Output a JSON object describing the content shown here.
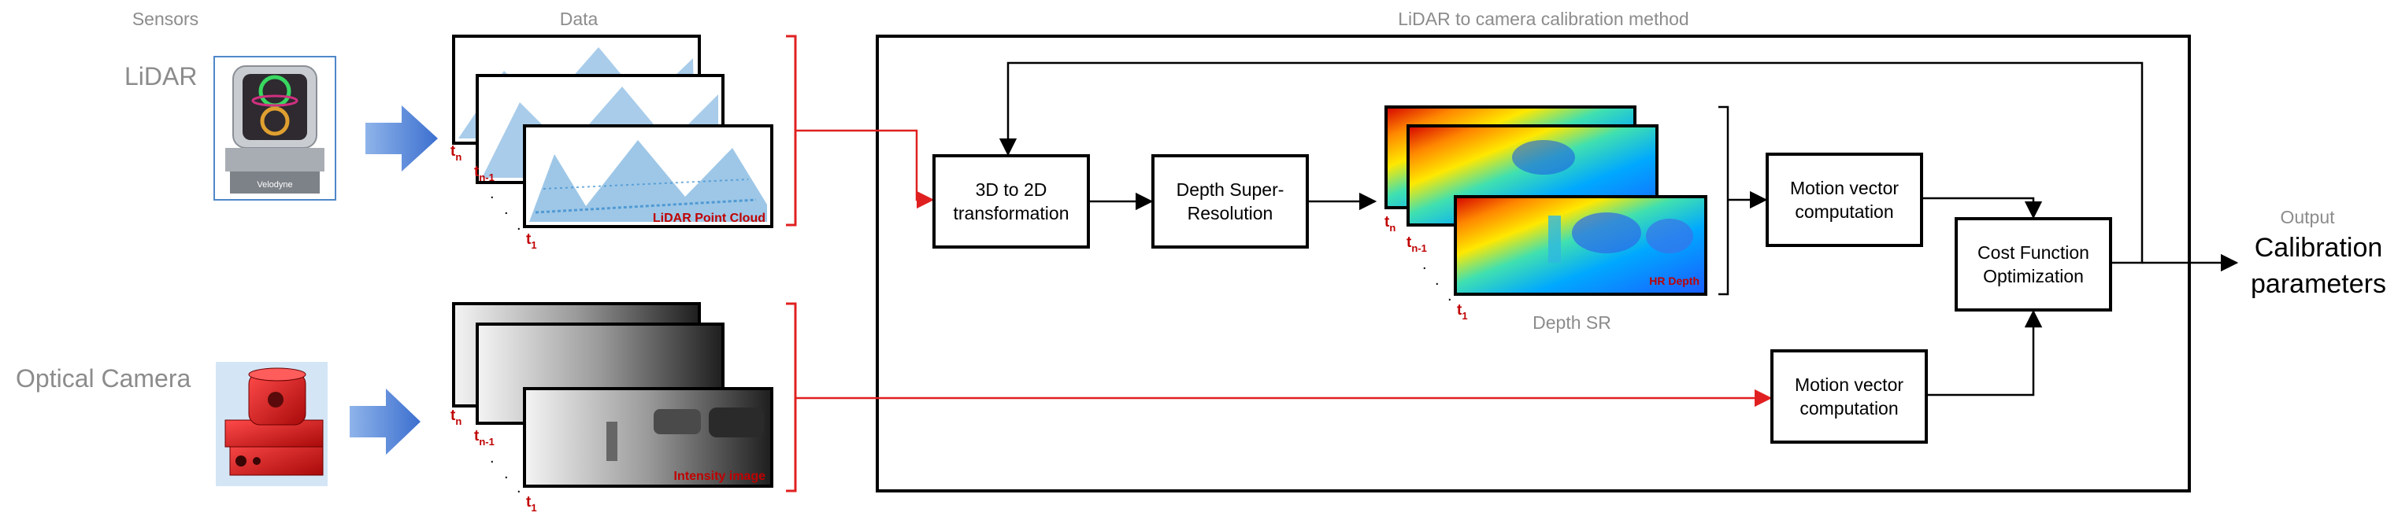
{
  "headers": {
    "sensors": "Sensors",
    "data": "Data",
    "method": "LiDAR to camera calibration method",
    "output": "Output"
  },
  "sensors": {
    "lidar": "LiDAR",
    "lidar_brand": "Velodyne",
    "camera": "Optical Camera"
  },
  "data": {
    "lidar_caption": "LiDAR Point Cloud",
    "camera_caption": "Intensity image",
    "t_n": "t",
    "t_n_sub": "n",
    "t_n1": "t",
    "t_n1_sub": "n-1",
    "t_1": "t",
    "t_1_sub": "1",
    "dots": "."
  },
  "method": {
    "transform_line1": "3D to 2D",
    "transform_line2": "transformation",
    "depth_sr_line1": "Depth Super-",
    "depth_sr_line2": "Resolution",
    "depth_sr_caption": "Depth SR",
    "depth_img_caption": "HR Depth",
    "motion1_line1": "Motion vector",
    "motion1_line2": "computation",
    "motion2_line1": "Motion vector",
    "motion2_line2": "computation",
    "cost_line1": "Cost Function",
    "cost_line2": "Optimization"
  },
  "output": {
    "line1": "Calibration",
    "line2": "parameters"
  },
  "colors": {
    "red": "#e02020",
    "dark_red": "#c00000",
    "gray": "#8c8c8c",
    "blue_arrow": "#4a7fd8",
    "lidar_points": "#3d8fd0"
  }
}
